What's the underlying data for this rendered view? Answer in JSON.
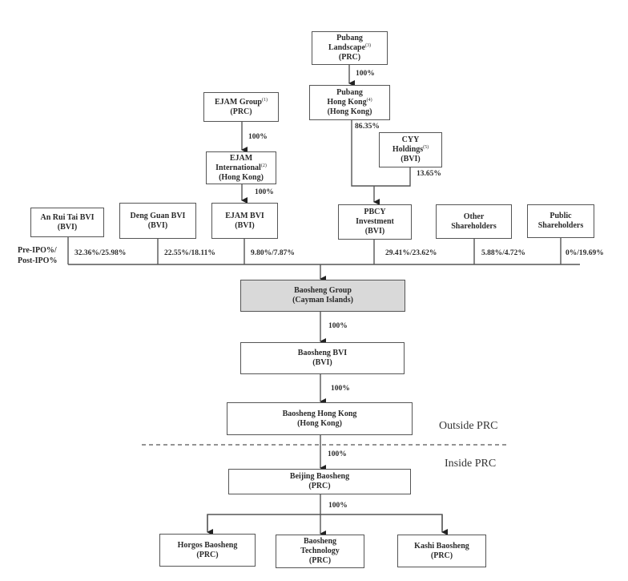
{
  "diagram": {
    "type": "corporate-structure-chart",
    "nodes": {
      "pubang_landscape": {
        "line1": "Pubang",
        "line2": "Landscape",
        "note": "(3)",
        "line3": "(PRC)"
      },
      "pubang_hk": {
        "line1": "Pubang",
        "line2": "Hong Kong",
        "note": "(4)",
        "line3": "(Hong Kong)"
      },
      "ejam_group": {
        "line1": "EJAM Group",
        "note": "(1)",
        "line2": "(PRC)"
      },
      "ejam_intl": {
        "line1": "EJAM",
        "line2": "International",
        "note": "(2)",
        "line3": "(Hong Kong)"
      },
      "cyy": {
        "line1": "CYY",
        "line2": "Holdings",
        "note": "(5)",
        "line3": "(BVI)"
      },
      "an_rui_tai": {
        "line1": "An Rui Tai BVI",
        "line2": "(BVI)"
      },
      "deng_guan": {
        "line1": "Deng Guan BVI",
        "line2": "(BVI)"
      },
      "ejam_bvi": {
        "line1": "EJAM BVI",
        "line2": "(BVI)"
      },
      "pbcy": {
        "line1": "PBCY",
        "line2": "Investment",
        "line3": "(BVI)"
      },
      "other_sh": {
        "line1": "Other",
        "line2": "Shareholders"
      },
      "public_sh": {
        "line1": "Public",
        "line2": "Shareholders"
      },
      "baosheng_group": {
        "line1": "Baosheng Group",
        "line2": "(Cayman Islands)"
      },
      "baosheng_bvi": {
        "line1": "Baosheng BVI",
        "line2": "(BVI)"
      },
      "baosheng_hk": {
        "line1": "Baosheng Hong Kong",
        "line2": "(Hong Kong)"
      },
      "beijing": {
        "line1": "Beijing Baosheng",
        "line2": "(PRC)"
      },
      "horgos": {
        "line1": "Horgos Baosheng",
        "line2": "(PRC)"
      },
      "technology": {
        "line1": "Baosheng",
        "line2": "Technology",
        "line3": "(PRC)"
      },
      "kashi": {
        "line1": "Kashi Baosheng",
        "line2": "(PRC)"
      }
    },
    "edge_labels": {
      "landscape_to_hk": "100%",
      "hk_to_pbcy": "86.35%",
      "cyy_to_pbcy": "13.65%",
      "ejam_group_to_intl": "100%",
      "ejam_intl_to_bvi": "100%",
      "an_rui_tai": "32.36%/25.98%",
      "deng_guan": "22.55%/18.11%",
      "ejam_bvi": "9.80%/7.87%",
      "pbcy": "29.41%/23.62%",
      "other_sh": "5.88%/4.72%",
      "public_sh": "0%/19.69%",
      "group_to_bvi": "100%",
      "bvi_to_hk": "100%",
      "hk_to_beijing": "100%",
      "beijing_to_subs": "100%"
    },
    "ipo_label": {
      "line1": "Pre-IPO%/",
      "line2": "Post-IPO%"
    },
    "regions": {
      "outside": "Outside PRC",
      "inside": "Inside PRC"
    }
  }
}
